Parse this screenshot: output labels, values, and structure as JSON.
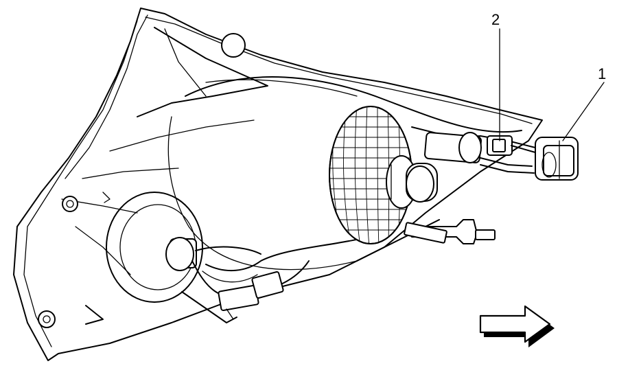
{
  "callouts": [
    {
      "id": "1",
      "label": "1"
    },
    {
      "id": "2",
      "label": "2"
    }
  ],
  "icons": {
    "direction_arrow": "right-arrow-icon"
  }
}
